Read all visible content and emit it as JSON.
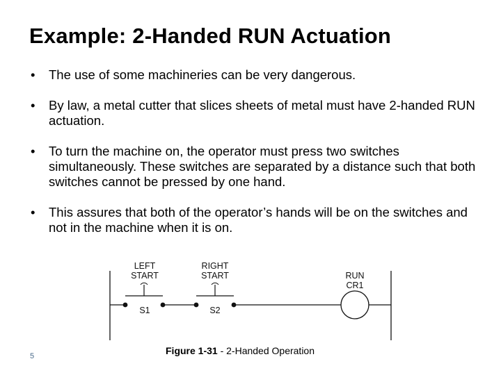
{
  "slide": {
    "title": "Example: 2-Handed RUN Actuation",
    "bullet_marker": "•",
    "bullets": [
      "The use of some machineries can be very dangerous.",
      "By law, a metal cutter that slices sheets of metal must have 2-handed RUN actuation.",
      "To turn the machine on, the operator  must press  two switches simultaneously. These switches are separated by a distance such that both switches cannot be pressed by one hand.",
      "This assures that both of the operator’s hands will be on the switches and not in the machine when it is on."
    ],
    "slide_number": "5"
  },
  "diagram": {
    "left_switch": {
      "top": "LEFT",
      "bottom": "START",
      "id": "S1"
    },
    "right_switch": {
      "top": "RIGHT",
      "bottom": "START",
      "id": "S2"
    },
    "coil": {
      "top": "RUN",
      "bottom": "CR1"
    },
    "caption_bold": "Figure 1-31",
    "caption_rest": " - 2-Handed Operation"
  }
}
